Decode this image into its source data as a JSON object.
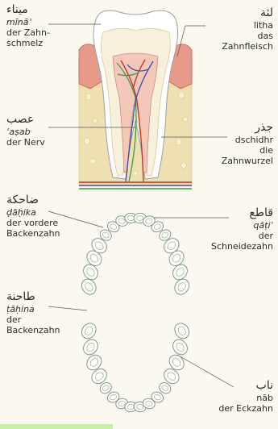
{
  "labels": {
    "mina": {
      "arabic": "ميناء",
      "translit": "mīnāʾ",
      "german": [
        "der Zahn-",
        "schmelz"
      ]
    },
    "litha": {
      "arabic": "لثة",
      "translit": "litha",
      "german": [
        "das",
        "Zahnfleisch"
      ]
    },
    "asab": {
      "arabic": "عصب",
      "translit": "ʿaṣab",
      "german": [
        "der Nerv"
      ]
    },
    "dschidhr": {
      "arabic": "جذر",
      "translit": "dschidhr",
      "german": [
        "die",
        "Zahnwurzel"
      ]
    },
    "dahika": {
      "arabic": "ضاحكة",
      "translit": "ḍāḥika",
      "german": [
        "der vordere",
        "Backenzahn"
      ]
    },
    "qati": {
      "arabic": "قاطع",
      "translit": "qāṭiʿ",
      "german": [
        "der",
        "Schneidezahn"
      ]
    },
    "tahina": {
      "arabic": "طاحنة",
      "translit": "ṭāḥina",
      "german": [
        "der",
        "Backenzahn"
      ]
    },
    "nab": {
      "arabic": "ناب",
      "translit": "nāb",
      "german": [
        "der Eckzahn"
      ]
    }
  },
  "colors": {
    "bone": "#eee0b0",
    "gum": "#e89a8a",
    "enamel": "#ffffff",
    "dentin": "#f7f0dc",
    "pulp": "#f4c8b8",
    "nerve_red": "#c0302a",
    "nerve_blue": "#3a4fa8",
    "nerve_green": "#3a9a4a",
    "teeth_line": "#7c8c86"
  }
}
